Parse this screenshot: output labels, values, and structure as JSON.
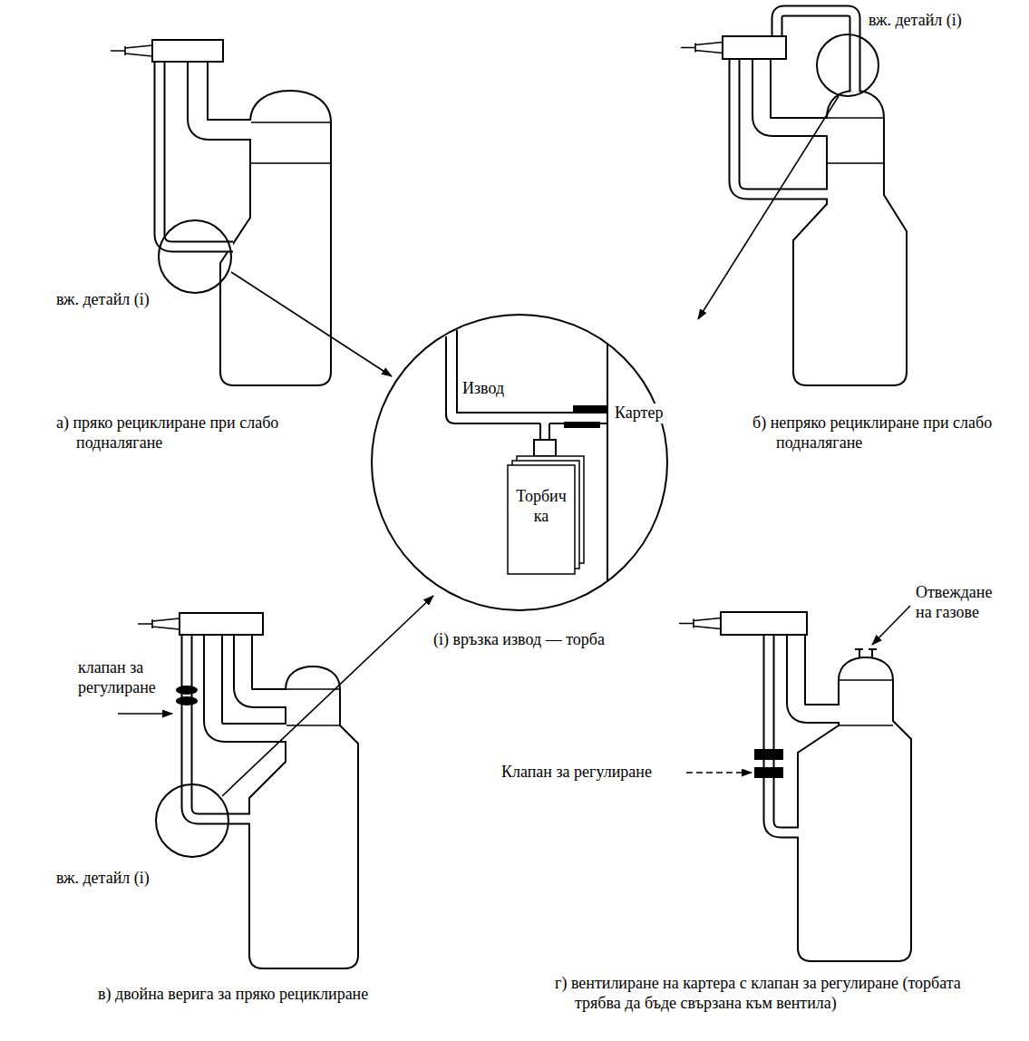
{
  "diagram": {
    "nodes": [
      {
        "text": [
          "Извод",
          "Картер",
          "(i) връзка извод — торба"
        ]
      },
      {
        "text": [
          "Торбич ка"
        ],
        "in": 0
      }
    ],
    "labels": [
      "вж. детайл (i)",
      "вж. детайл (i)",
      "а) пряко рециклиране при слабо подналягане",
      "б) непряко рециклиране при слабо подналягане",
      "Отвеждане на газове",
      "клапан за регулиране",
      "Клапан за регулиране",
      "вж. детайл (i)",
      "г) вентилиране на картера с клапан за регулиране (торбата трябва да бъде свързана към вентила)",
      "в) двойна верига за пряко рециклиране"
    ]
  }
}
